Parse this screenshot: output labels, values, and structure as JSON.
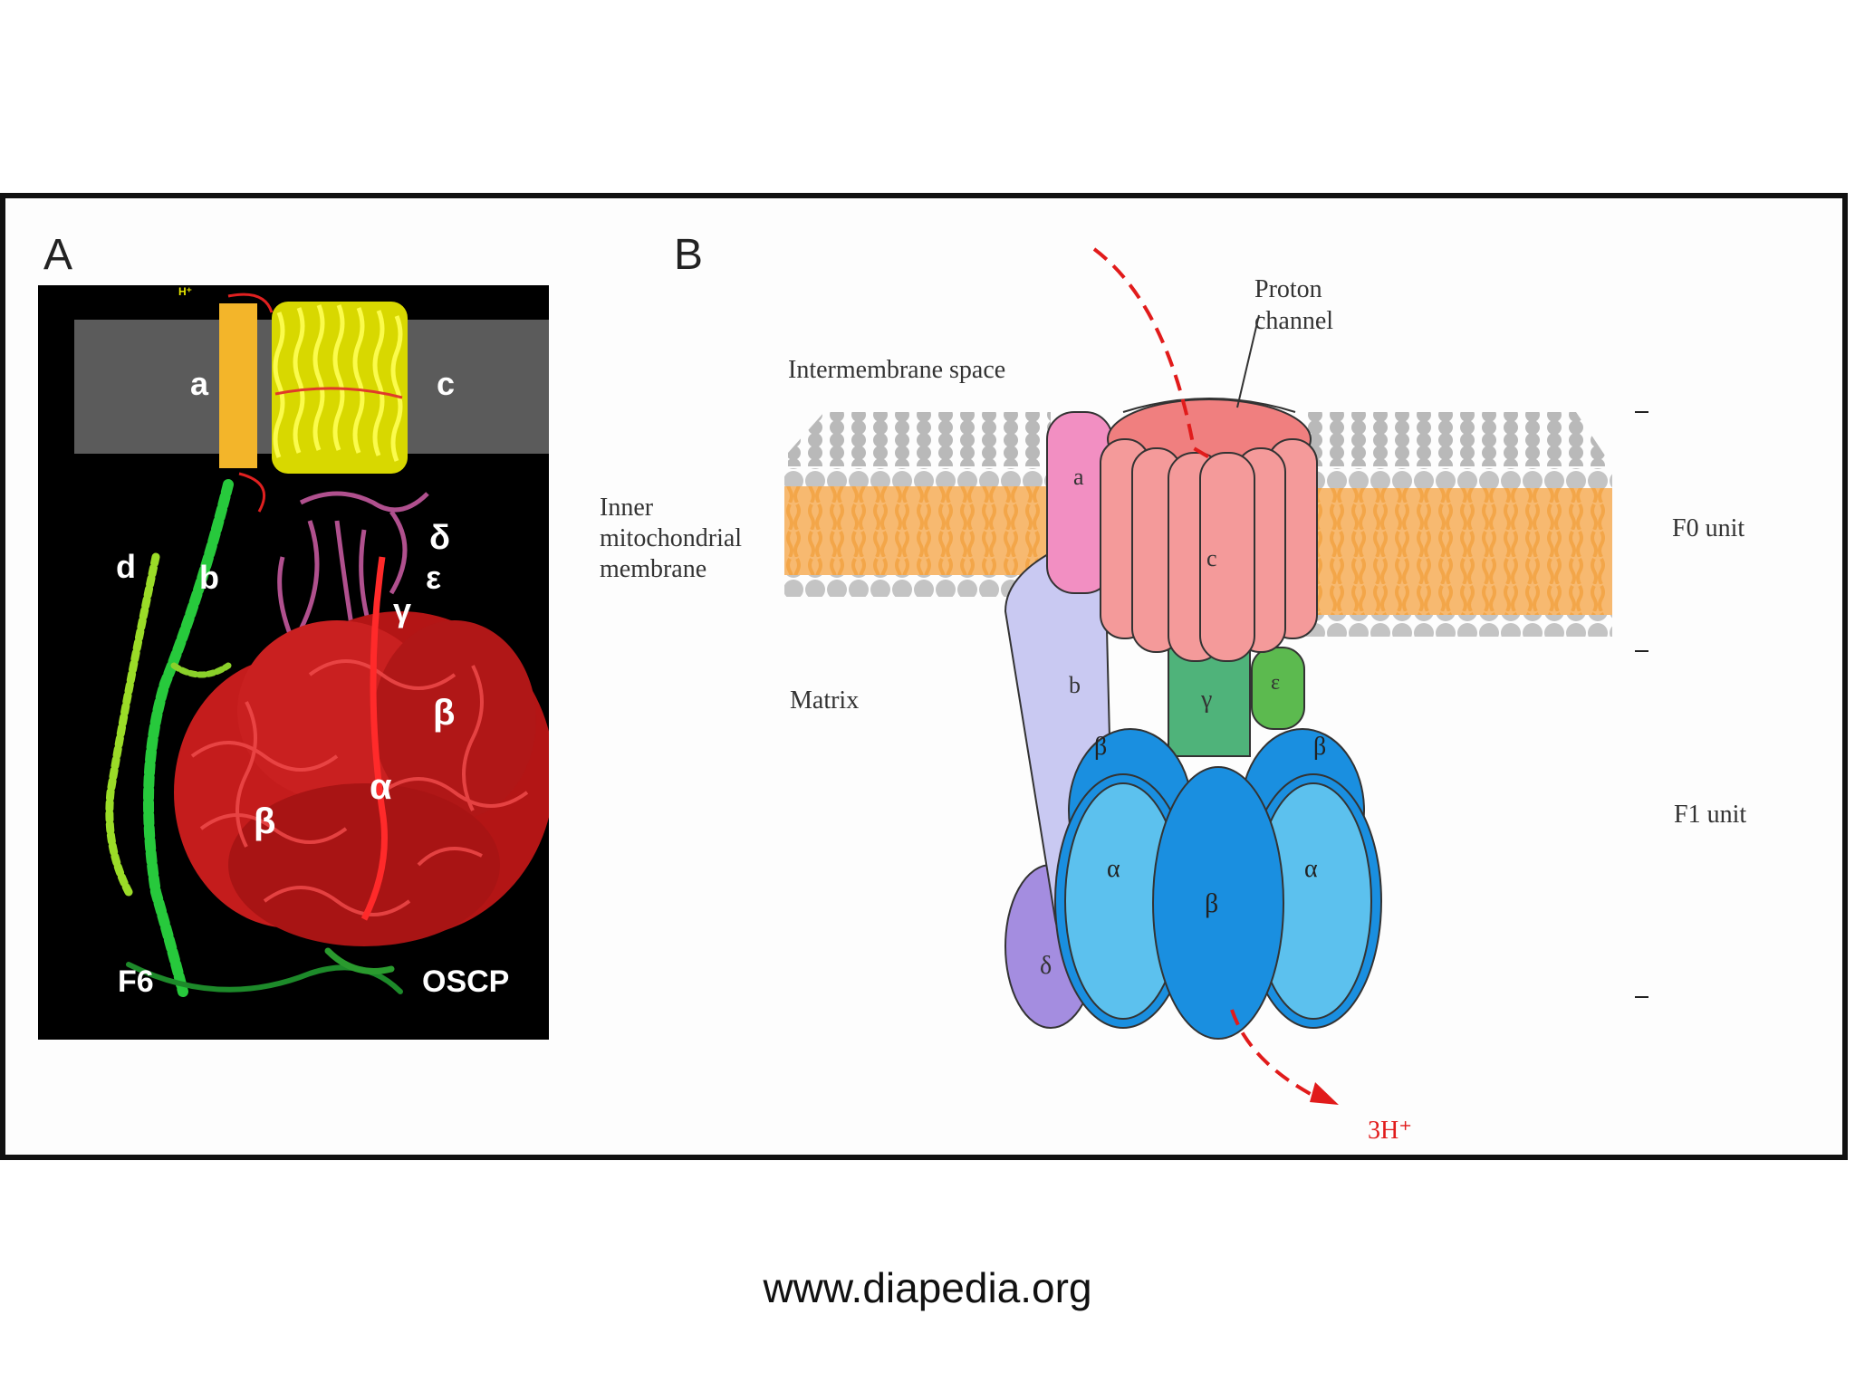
{
  "panel_a": {
    "letter": "A",
    "label_h_plus": "H⁺",
    "label_a": "a",
    "label_c": "c",
    "label_d": "d",
    "label_b": "b",
    "label_delta": "δ",
    "label_epsilon": "ε",
    "label_gamma": "γ",
    "label_beta_right": "β",
    "label_alpha": "α",
    "label_beta_left": "β",
    "label_f6": "F6",
    "label_oscp": "OSCP"
  },
  "panel_b": {
    "letter": "B",
    "proton_channel": [
      "Proton",
      "channel"
    ],
    "intermembrane_space": "Intermembrane space",
    "inner_membrane": [
      "Inner",
      "mitochondrial",
      "membrane"
    ],
    "matrix": "Matrix",
    "f0_unit": "F0 unit",
    "f1_unit": "F1 unit",
    "subunit_a": "a",
    "subunit_b": "b",
    "subunit_c_ring": "c",
    "subunit_gamma": "γ",
    "subunit_epsilon": "ε",
    "subunit_delta": "δ",
    "beta_left": "β",
    "beta_right": "β",
    "alpha_left": "α",
    "alpha_right": "α",
    "beta_center": "β",
    "proton_out": "3H⁺"
  },
  "footer": "www.diapedia.org",
  "colors": {
    "membrane_tail": "#f3a649",
    "head_group": "#b8b8b8",
    "c_ring": "#f49a9a",
    "subunit_a": "#f28fc2",
    "subunit_b": "#c9c9f2",
    "delta": "#a48de0",
    "gamma": "#4fb37a",
    "epsilon": "#5cba4f",
    "beta": "#1a8fe0",
    "alpha": "#5cc1ee",
    "proton_arrow": "#e11b1b"
  }
}
